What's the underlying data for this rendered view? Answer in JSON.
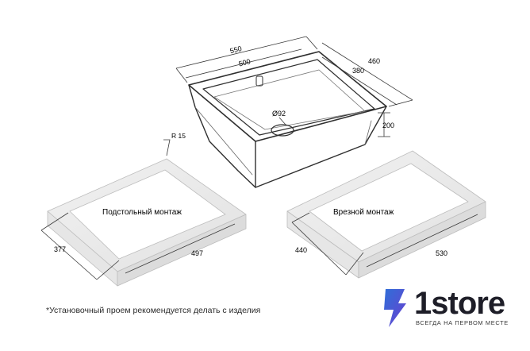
{
  "dimensions": {
    "outer_width": "550",
    "inner_width": "500",
    "outer_depth": "460",
    "inner_depth": "380",
    "drain_diameter": "Ø92",
    "bowl_height": "200",
    "corner_radius": "R 15"
  },
  "cutouts": {
    "undermount": {
      "label": "Подстольный монтаж",
      "depth": "377",
      "width": "497"
    },
    "topmount": {
      "label": "Врезной монтаж",
      "depth": "440",
      "width": "530"
    }
  },
  "footnote": "*Установочный проем рекомендуется делать с изделия",
  "brand": {
    "name": "1store",
    "tagline": "ВСЕГДА НА ПЕРВОМ МЕСТЕ",
    "icon": "lightning-icon",
    "colors": {
      "icon_blue": "#2f6fd8",
      "icon_purple": "#6a3fd0",
      "text": "#1e1e28"
    }
  }
}
